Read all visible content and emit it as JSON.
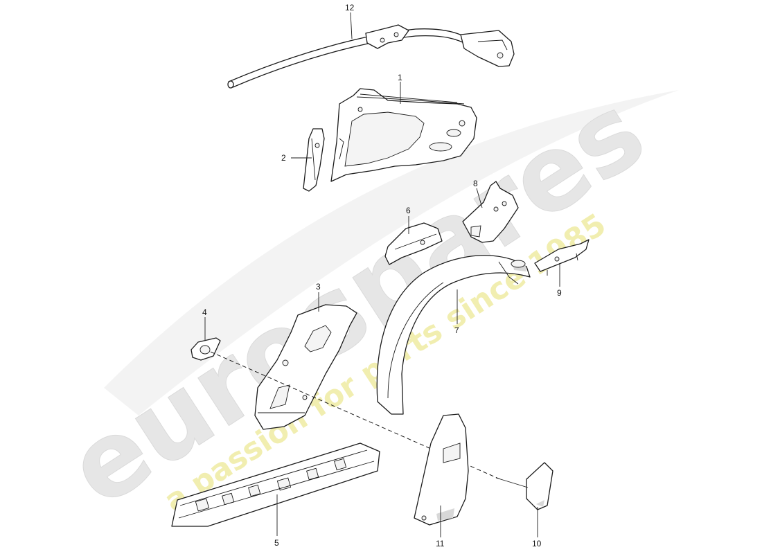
{
  "watermark": {
    "brand": "eurospares",
    "tagline": "a passion for parts since 1985",
    "brand_color": "#e6e6e6",
    "tagline_color": "#f1eeb0"
  },
  "callouts": [
    "1",
    "2",
    "3",
    "4",
    "5",
    "6",
    "7",
    "8",
    "9",
    "10",
    "11",
    "12"
  ]
}
